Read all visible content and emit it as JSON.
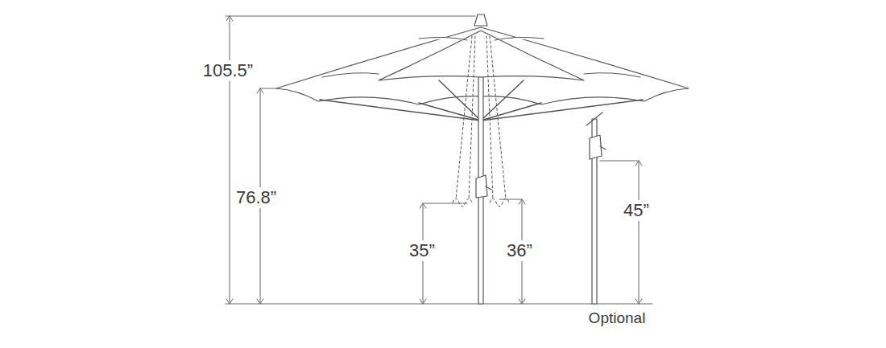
{
  "diagram": {
    "labels": [
      "105.5”",
      "76.8”",
      "35”",
      "36”",
      "45”",
      "Optional"
    ]
  }
}
